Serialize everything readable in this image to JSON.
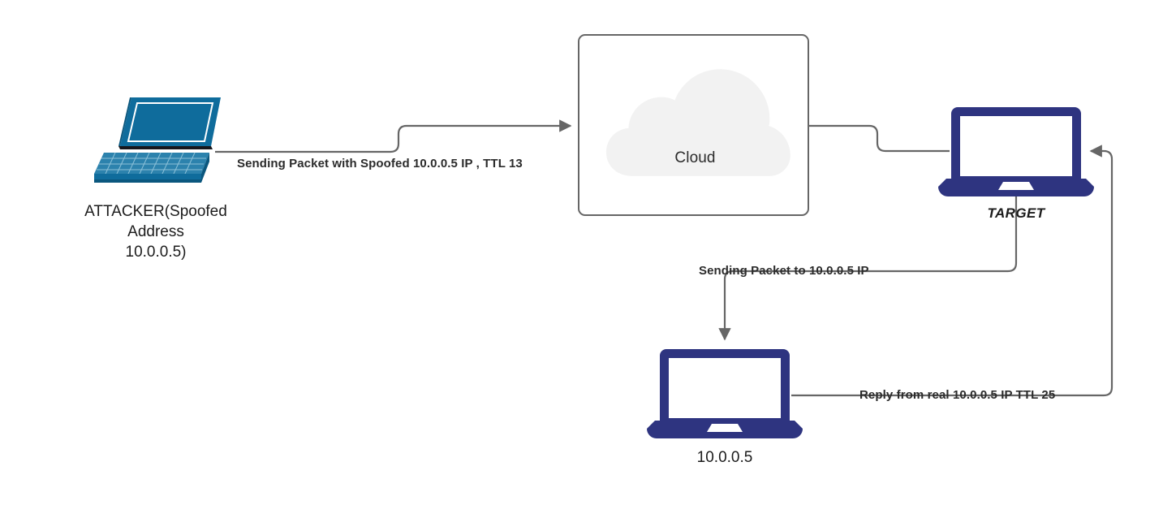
{
  "diagram": {
    "title": "IP Spoofing Attack Flow",
    "background": "#ffffff",
    "palette": {
      "attacker_teal": "#0F6C9C",
      "attacker_teal_dark": "#0B577E",
      "attacker_teal_light": "#3D8DB5",
      "laptop_navy": "#2E3480",
      "wire_gray": "#666666",
      "box_border": "#666666",
      "cloud_fill": "#F2F2F2",
      "text_dark": "#1c1c1c"
    }
  },
  "nodes": {
    "attacker": {
      "icon": "isometric-laptop-icon",
      "label_lines": [
        "ATTACKER(Spoofed",
        "Address",
        "10.0.0.5)"
      ],
      "label_line_1": "ATTACKER(Spoofed",
      "label_line_2": "Address",
      "label_line_3": "10.0.0.5)"
    },
    "cloud": {
      "icon": "cloud-icon",
      "label": "Cloud",
      "container_shape": "rounded-rectangle"
    },
    "target": {
      "icon": "laptop-icon",
      "label": "TARGET",
      "label_style": "bold-italic"
    },
    "victim": {
      "icon": "laptop-icon",
      "label": "10.0.0.5"
    }
  },
  "edges": [
    {
      "id": "attacker-to-cloud",
      "label": "Sending Packet with Spoofed 10.0.0.5 IP , TTL 13",
      "from": "attacker",
      "to": "cloud",
      "arrowhead": "end"
    },
    {
      "id": "cloud-to-target",
      "label": "",
      "from": "cloud",
      "to": "target",
      "arrowhead": "none"
    },
    {
      "id": "target-to-victim",
      "label": "Sending Packet to 10.0.0.5 IP",
      "from": "target",
      "to": "victim",
      "arrowhead": "end"
    },
    {
      "id": "victim-to-target",
      "label": "Reply from real 10.0.0.5 IP TTL 25",
      "from": "victim",
      "to": "target",
      "arrowhead": "end"
    }
  ]
}
